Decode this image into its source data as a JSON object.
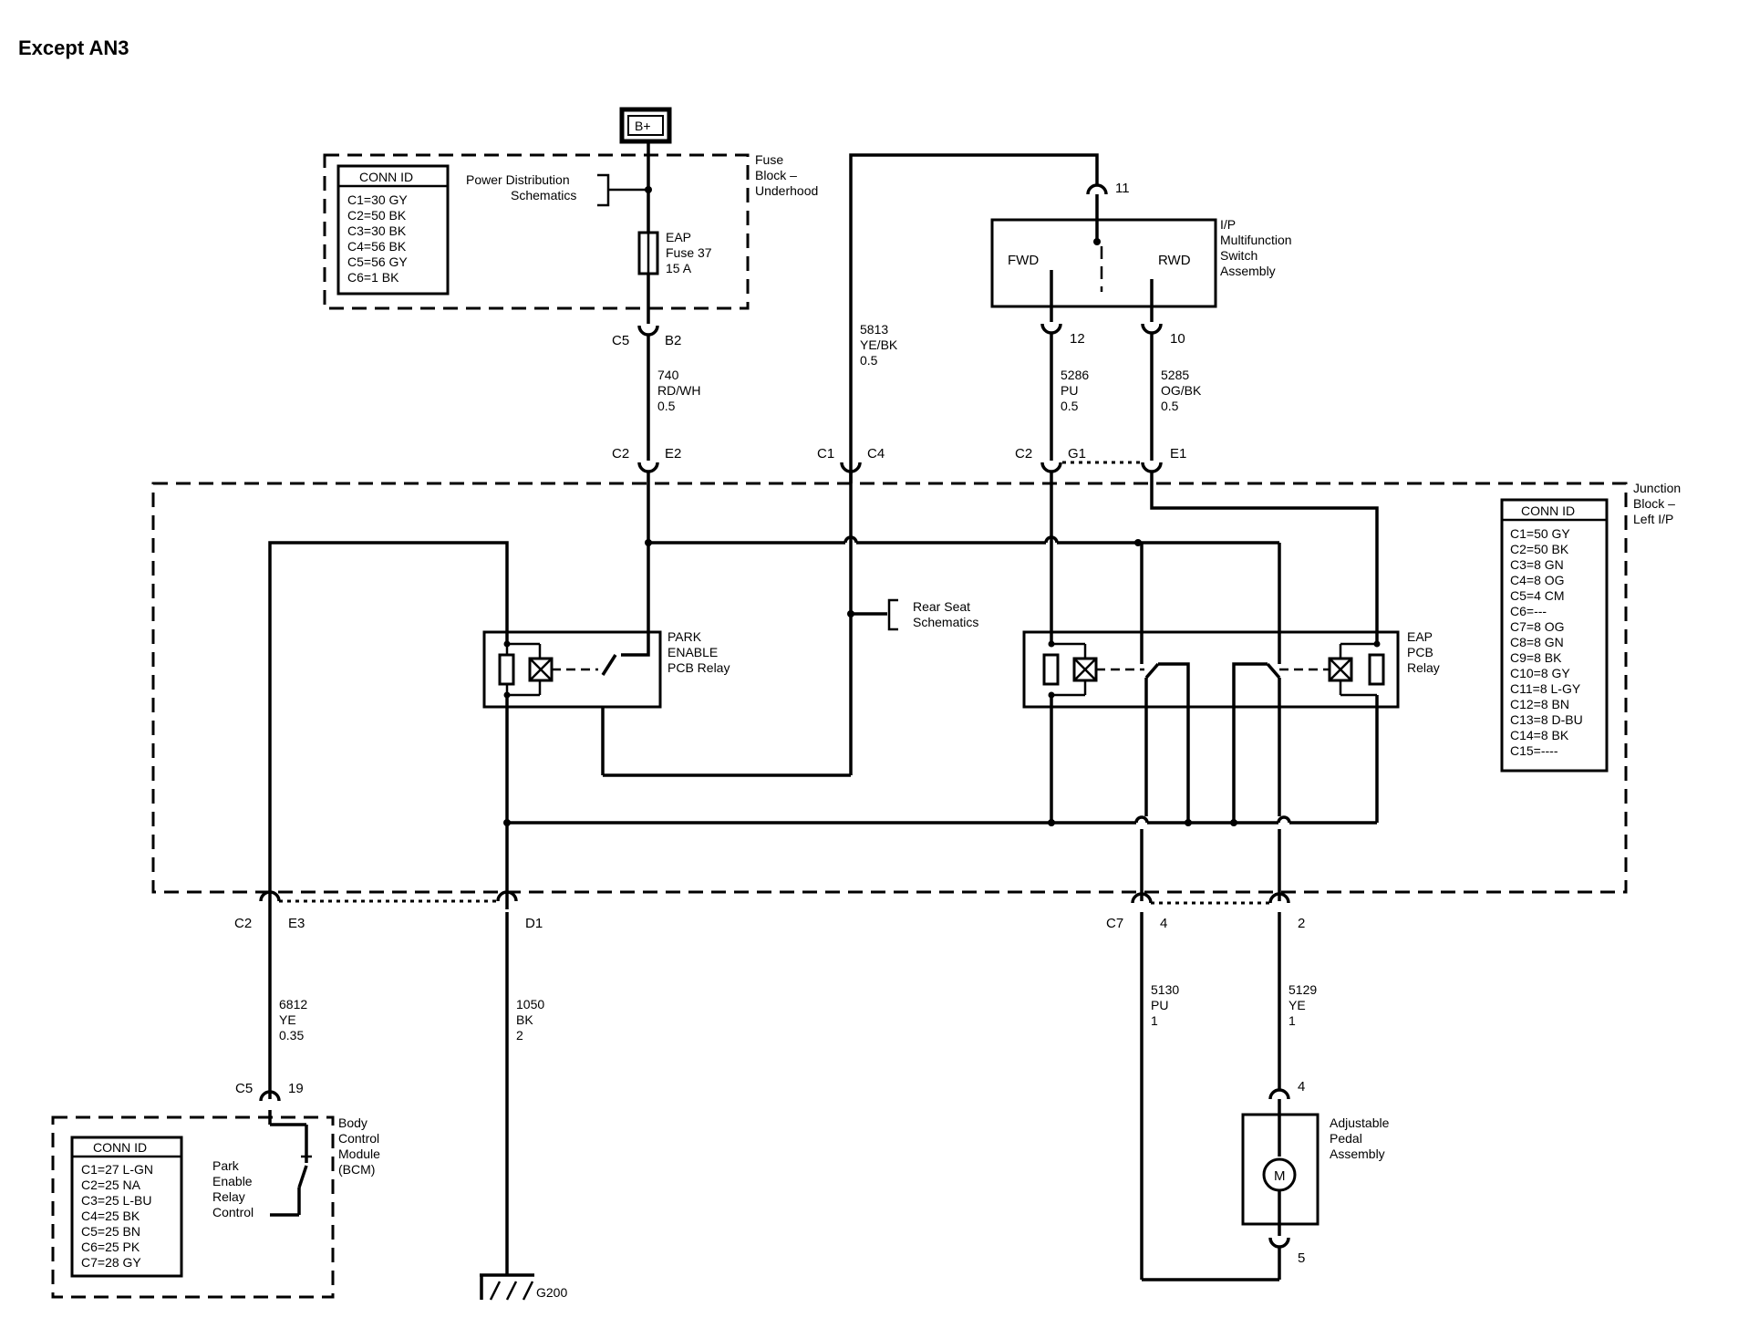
{
  "title": "Except AN3",
  "power": {
    "label": "B+"
  },
  "fuse_block": {
    "name": "Fuse Block – Underhood",
    "name_lines": [
      "Fuse",
      "Block –",
      "Underhood"
    ],
    "conn_id_header": "CONN ID",
    "conn_ids": [
      "C1=30 GY",
      "C2=50 BK",
      "C3=30 BK",
      "C4=56 BK",
      "C5=56 GY",
      "C6=1 BK"
    ],
    "ref_lines": [
      "Power Distribution",
      "Schematics"
    ],
    "fuse_lines": [
      "EAP",
      "Fuse 37",
      "15 A"
    ]
  },
  "junction_block": {
    "name_lines": [
      "Junction",
      "Block –",
      "Left I/P"
    ],
    "conn_id_header": "CONN ID",
    "conn_ids": [
      "C1=50 GY",
      "C2=50 BK",
      "C3=8 GN",
      "C4=8 OG",
      "C5=4 CM",
      "C6=---",
      "C7=8 OG",
      "C8=8 GN",
      "C9=8 BK",
      "C10=8 GY",
      "C11=8 L-GY",
      "C12=8 BN",
      "C13=8 D-BU",
      "C14=8 BK",
      "C15=----"
    ],
    "park_relay_lines": [
      "PARK",
      "ENABLE",
      "PCB Relay"
    ],
    "eap_relay_lines": [
      "EAP",
      "PCB",
      "Relay"
    ],
    "rear_seat_lines": [
      "Rear Seat",
      "Schematics"
    ]
  },
  "switch": {
    "name_lines": [
      "I/P",
      "Multifunction",
      "Switch",
      "Assembly"
    ],
    "fwd": "FWD",
    "rwd": "RWD"
  },
  "bcm": {
    "name_lines": [
      "Body",
      "Control",
      "Module",
      "(BCM)"
    ],
    "conn_id_header": "CONN ID",
    "conn_ids": [
      "C1=27 L-GN",
      "C2=25 NA",
      "C3=25 L-BU",
      "C4=25 BK",
      "C5=25 BN",
      "C6=25 PK",
      "C7=28 GY"
    ],
    "relay_ctrl_lines": [
      "Park",
      "Enable",
      "Relay",
      "Control"
    ]
  },
  "pedal": {
    "name_lines": [
      "Adjustable",
      "Pedal",
      "Assembly"
    ],
    "motor": "M"
  },
  "ground": {
    "label": "G200"
  },
  "wires": {
    "w740": [
      "740",
      "RD/WH",
      "0.5"
    ],
    "w5813": [
      "5813",
      "YE/BK",
      "0.5"
    ],
    "w5286": [
      "5286",
      "PU",
      "0.5"
    ],
    "w5285": [
      "5285",
      "OG/BK",
      "0.5"
    ],
    "w6812": [
      "6812",
      "YE",
      "0.35"
    ],
    "w1050": [
      "1050",
      "BK",
      "2"
    ],
    "w5130": [
      "5130",
      "PU",
      "1"
    ],
    "w5129": [
      "5129",
      "YE",
      "1"
    ]
  },
  "pins": {
    "fb_c5": "C5",
    "fb_b2": "B2",
    "jb_c2a": "C2",
    "jb_e2": "E2",
    "jb_c1": "C1",
    "jb_c4": "C4",
    "jb_c2b": "C2",
    "jb_g1": "G1",
    "jb_e1": "E1",
    "sw_11": "11",
    "sw_12": "12",
    "sw_10": "10",
    "jb_c2c": "C2",
    "jb_e3": "E3",
    "jb_d1": "D1",
    "jb_c7": "C7",
    "jb_4": "4",
    "jb_2": "2",
    "bcm_c5": "C5",
    "bcm_19": "19",
    "ped_4": "4",
    "ped_5": "5"
  }
}
